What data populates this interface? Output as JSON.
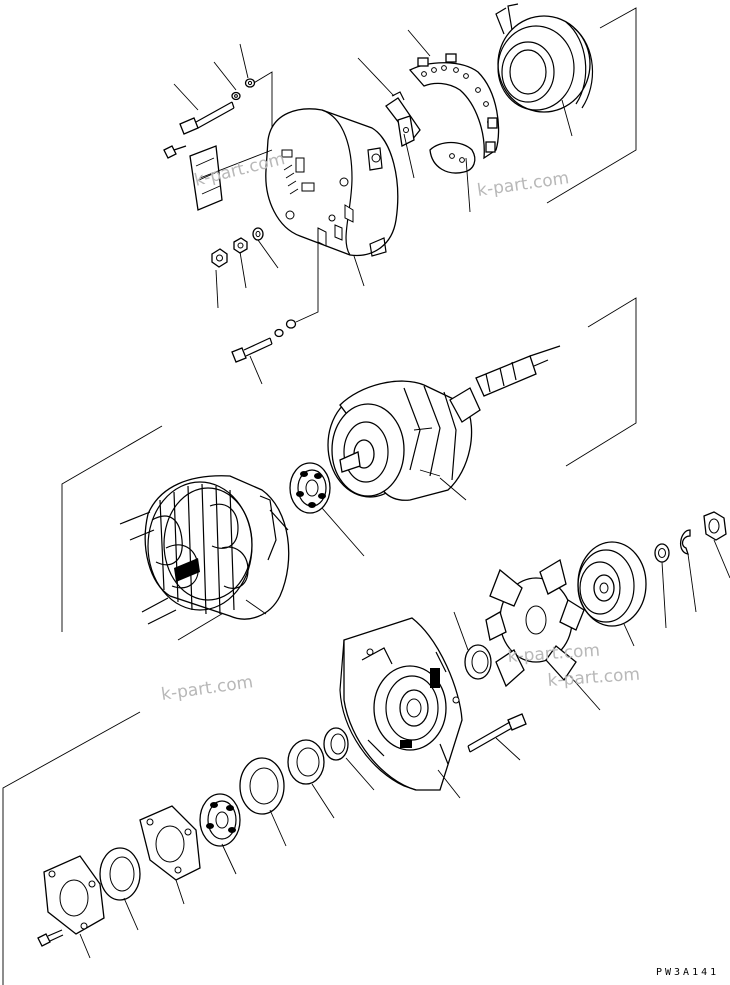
{
  "drawing_code": "PW3A141",
  "watermarks": [
    "k-part.com",
    "k-part.com",
    "k-part.com",
    "k-part.com",
    "k-part.com"
  ]
}
